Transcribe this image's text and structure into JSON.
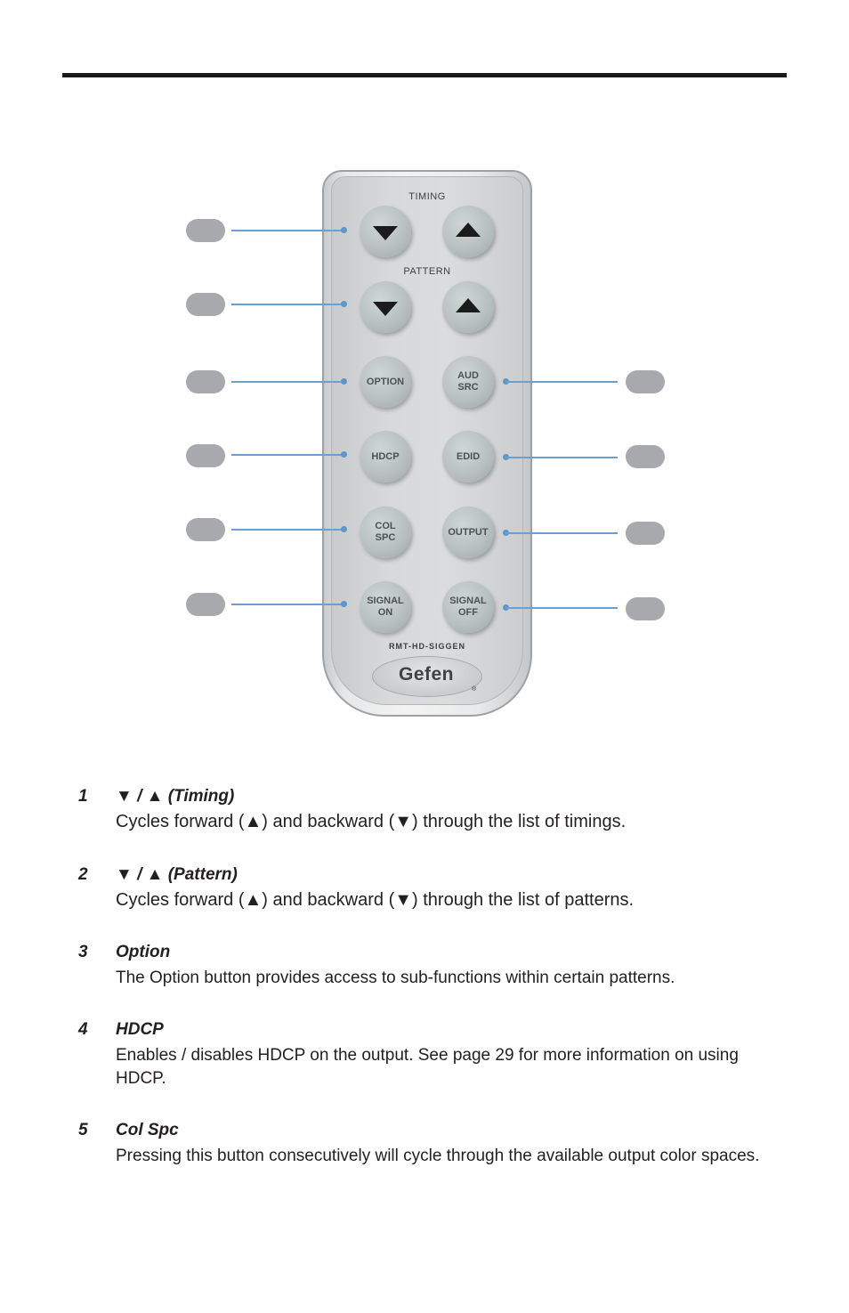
{
  "remote": {
    "timing_label": "TIMING",
    "pattern_label": "PATTERN",
    "buttons": {
      "option": "OPTION",
      "aud_src": "AUD\nSRC",
      "hdcp": "HDCP",
      "edid": "EDID",
      "col_spc": "COL\nSPC",
      "output": "OUTPUT",
      "signal_on": "SIGNAL\nON",
      "signal_off": "SIGNAL\nOFF"
    },
    "model": "RMT-HD-SIGGEN",
    "brand": "Gefen",
    "registered_mark": "®"
  },
  "descriptions": [
    {
      "num": "1",
      "title": "▼ / ▲ (Timing)",
      "text": "Cycles forward (▲) and backward (▼) through the list of timings."
    },
    {
      "num": "2",
      "title": "▼ / ▲ (Pattern)",
      "text": "Cycles forward (▲) and backward (▼) through the list of patterns."
    },
    {
      "num": "3",
      "title": "Option",
      "text": "The Option button provides access to sub-functions within certain patterns."
    },
    {
      "num": "4",
      "title": "HDCP",
      "text": "Enables / disables HDCP on the output.  See page 29 for more information on using HDCP."
    },
    {
      "num": "5",
      "title": "Col Spc",
      "text": "Pressing this button consecutively will cycle through the available output color spaces."
    }
  ]
}
